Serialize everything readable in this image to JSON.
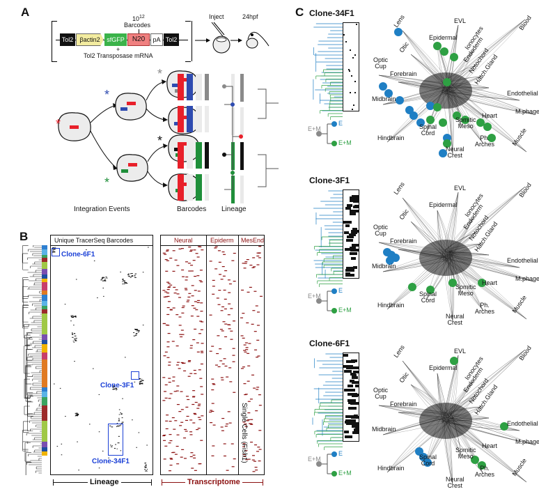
{
  "panels": {
    "a": "A",
    "b": "B",
    "c": "C"
  },
  "panel_a": {
    "construct": {
      "segments": [
        "Tol2",
        "βactin2",
        "sfGFP",
        "N20",
        "pA",
        "Tol2"
      ],
      "barcodes_exp": "10",
      "barcodes_sup": "12",
      "barcodes_label": "Barcodes",
      "plus": "+",
      "mrna": "Tol2 Transposase mRNA"
    },
    "inject": "Inject",
    "stage": "24hpf",
    "captions": {
      "integration": "Integration Events",
      "barcodes": "Barcodes",
      "lineage": "Lineage"
    },
    "star": "*"
  },
  "panel_b": {
    "heatmap_title": "Unique TracerSeq Barcodes",
    "clones": {
      "c6": "Clone-6F1",
      "c3": "Clone-3F1",
      "c34": "Clone-34F1"
    },
    "transcriptome_cols": [
      "Neural",
      "Epiderm",
      "MesEnd"
    ],
    "side_label": "Single Cells (Fish1)",
    "footer_lineage": "Lineage",
    "footer_transcriptome": "Transcriptome"
  },
  "panel_c": {
    "clones": [
      "Clone-34F1",
      "Clone-3F1",
      "Clone-6F1"
    ],
    "legend": {
      "e": "E",
      "em": "E+M"
    },
    "umap_labels": {
      "lens": "Lens",
      "evl": "EVL",
      "blood": "Blood",
      "epidermal": "Epidermal",
      "otic": "Otic",
      "ionocytes": "Ionocytes",
      "optic_cup": "Optic\nCup",
      "endoderm": "Endoderm",
      "notochord": "Notochord",
      "hatch_gland": "Hatch.Gland",
      "forebrain": "Forebrain",
      "endothelial": "Endothelial",
      "midbrain": "Midbrain",
      "m_phage": "M.phage",
      "somitic_meso": "Somitic\nMeso",
      "heart": "Heart",
      "spinal_cord": "Spinal\nCord",
      "hindbrain": "Hindbrain",
      "ph_arches": "Ph.\nArches",
      "muscle": "Muscle",
      "neural_crest": "Neural\nCrest"
    }
  },
  "colors": {
    "red": "#e8202a",
    "blue": "#2e4bb0",
    "green": "#1f8f3a",
    "gray": "#8a8a8a",
    "teal_blue": "#1f7fc4",
    "leaf_green": "#2ea043",
    "dark_red": "#8b1010",
    "clone_blue": "#1a3fd6"
  }
}
